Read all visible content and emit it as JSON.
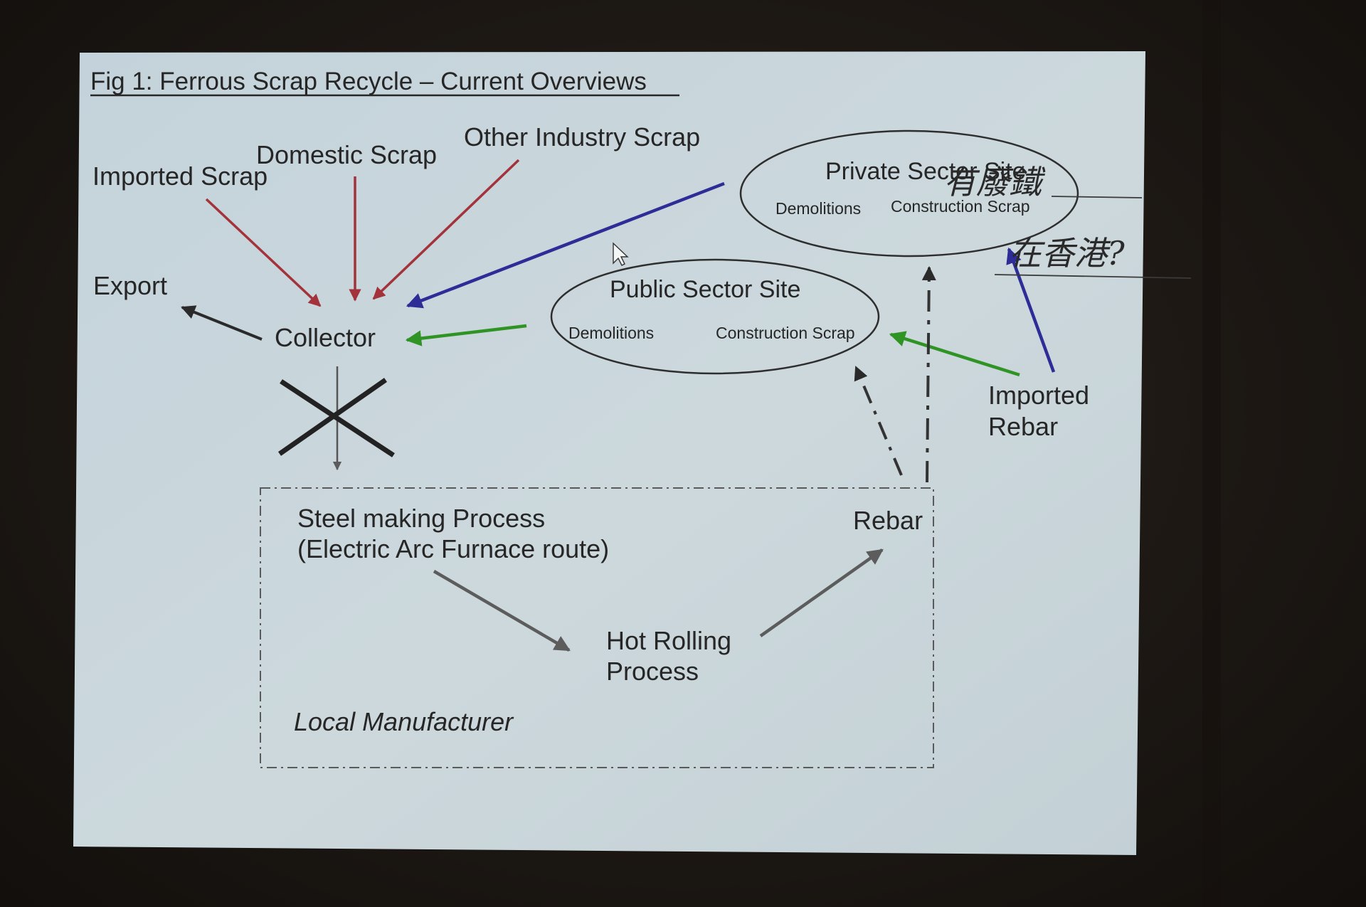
{
  "diagram": {
    "title": "Fig 1: Ferrous Scrap Recycle – Current Overviews",
    "nodes": {
      "imported_scrap": "Imported Scrap",
      "domestic_scrap": "Domestic Scrap",
      "other_industry_scrap": "Other Industry Scrap",
      "export": "Export",
      "collector": "Collector",
      "private_site": {
        "title": "Private Sector Site",
        "demolitions": "Demolitions",
        "construction_scrap": "Construction Scrap"
      },
      "public_site": {
        "title": "Public Sector Site",
        "demolitions": "Demolitions",
        "construction_scrap": "Construction Scrap"
      },
      "imported_rebar_line1": "Imported",
      "imported_rebar_line2": "Rebar",
      "steel_making_line1": "Steel making Process",
      "steel_making_line2": "(Electric Arc Furnace route)",
      "rebar": "Rebar",
      "hot_rolling_line1": "Hot Rolling",
      "hot_rolling_line2": "Process",
      "local_manufacturer": "Local Manufacturer"
    },
    "handwriting": {
      "line1": "有廢鐵",
      "line2": "在香港?"
    },
    "colors": {
      "scrap_arrow": "#a3323a",
      "private_arrow": "#2e2c96",
      "public_arrow": "#2f9424",
      "neutral_arrow": "#2a2a2a",
      "process_arrow": "#5c5c5c",
      "slide_bg": "#c9d6dc"
    }
  }
}
